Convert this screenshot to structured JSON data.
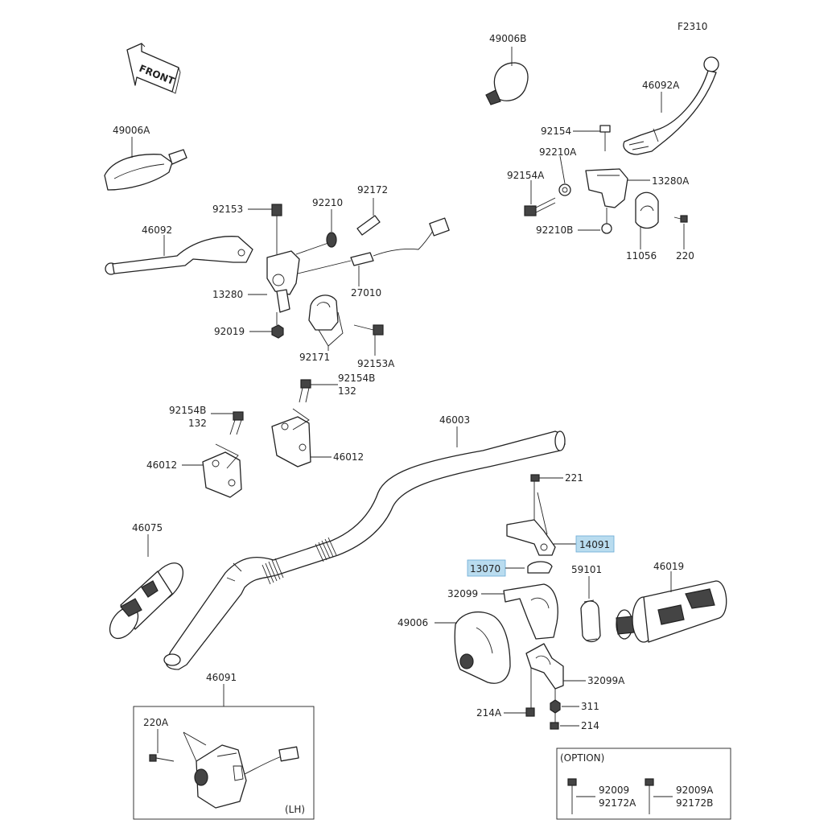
{
  "figure_id": "F2310",
  "front_label": "FRONT",
  "labels": {
    "p49006B": "49006B",
    "p46092A": "46092A",
    "p92154": "92154",
    "p92210A": "92210A",
    "p92154A": "92154A",
    "p13280A": "13280A",
    "p92210B": "92210B",
    "p11056": "11056",
    "p220": "220",
    "p49006A": "49006A",
    "p92153": "92153",
    "p92210": "92210",
    "p92172": "92172",
    "p46092": "46092",
    "p27010": "27010",
    "p13280": "13280",
    "p92019": "92019",
    "p92171": "92171",
    "p92153A": "92153A",
    "p92154B_r": "92154B",
    "p132_r": "132",
    "p92154B_l": "92154B",
    "p132_l": "132",
    "p46003": "46003",
    "p46012_l": "46012",
    "p46012_r": "46012",
    "p221": "221",
    "p14091": "14091",
    "p13070": "13070",
    "p59101": "59101",
    "p46019": "46019",
    "p32099": "32099",
    "p49006": "49006",
    "p46075": "46075",
    "p32099A": "32099A",
    "p311": "311",
    "p214A": "214A",
    "p214": "214",
    "p46091": "46091",
    "p220A": "220A",
    "lh": "(LH)",
    "option": "(OPTION)",
    "p92009": "92009",
    "p92172A": "92172A",
    "p92009A": "92009A",
    "p92172B": "92172B"
  },
  "highlight_color": "#b9dcef"
}
